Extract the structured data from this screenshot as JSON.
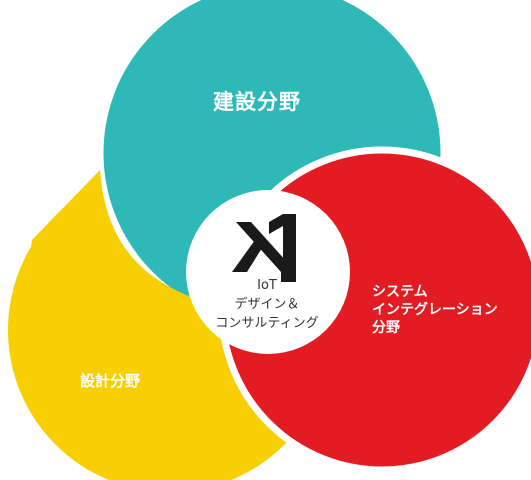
{
  "colors": {
    "construction": "#2fb8b8",
    "design": "#f8cf03",
    "system": "#e31b23",
    "center": "#ffffff",
    "logo": "#1a1a1a"
  },
  "segments": {
    "construction": "建設分野",
    "design": "設計分野",
    "system_line1": "システム",
    "system_line2": "インテグレーション",
    "system_line3": "分野"
  },
  "center": {
    "logo_icon": "x1-logo",
    "line1": "IoT",
    "line2": "デザイン＆",
    "line3": "コンサルティング"
  }
}
